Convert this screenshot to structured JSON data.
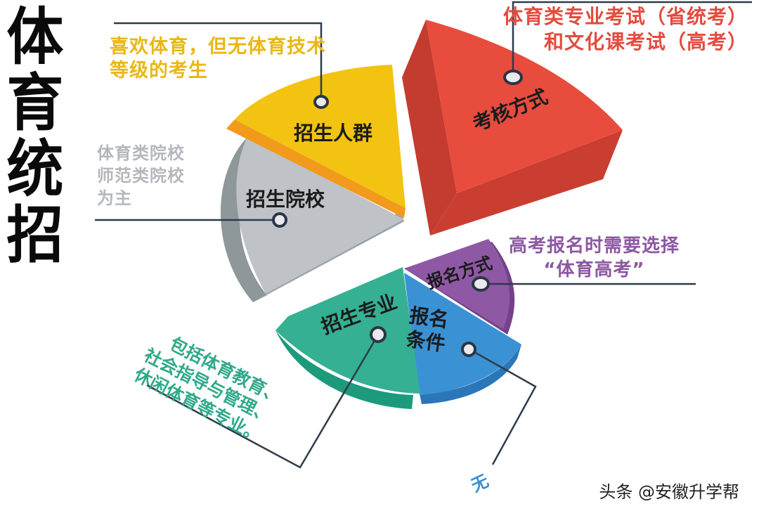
{
  "title": {
    "chars": [
      "体",
      "育",
      "统",
      "招"
    ],
    "full": "体育统招"
  },
  "slices": [
    {
      "id": "admission-crowd",
      "label": "招生人群",
      "color_top": "#f2c311",
      "color_side": "#f29a1b",
      "description": [
        "喜欢体育，但无体育技术",
        "等级的考生"
      ],
      "description_color": "#e9b714"
    },
    {
      "id": "assessment-method",
      "label": "考核方式",
      "color_top": "#e84c3d",
      "color_side": "#c43b2f",
      "description": [
        "体育类专业考试（省统考）",
        "和文化课考试（高考）"
      ],
      "description_color": "#e34b3e"
    },
    {
      "id": "admission-schools",
      "label": "招生院校",
      "color_top": "#bfc3c7",
      "color_side": "#8e9799",
      "description": [
        "体育类院校",
        "师范类院校",
        "为主"
      ],
      "description_color": "#b4b8bc"
    },
    {
      "id": "registration-method",
      "label": "报名方式",
      "color_top": "#8f58a5",
      "color_side": "#74418a",
      "description": [
        "高考报名时需要选择",
        "“体育高考”"
      ],
      "description_color": "#8c57a3"
    },
    {
      "id": "admission-majors",
      "label": "招生专业",
      "color_top": "#35b093",
      "color_side": "#1d9a7c",
      "description": [
        "包括体育教育、",
        "社会指导与管理、",
        "休闲体育等专业。"
      ],
      "description_color": "#2fa98a"
    },
    {
      "id": "registration-conditions",
      "label_lines": [
        "报名",
        "条件"
      ],
      "label": "报名条件",
      "color_top": "#3a92d5",
      "color_side": "#2a76b8",
      "description": [
        "无"
      ],
      "description_color": "#3b8fd4"
    }
  ],
  "watermark": "头条 @安徽升学帮",
  "colors": {
    "line": "#2e3b4a",
    "dot_fill": "#e9e9ee",
    "dot_stroke": "#2b3645"
  }
}
